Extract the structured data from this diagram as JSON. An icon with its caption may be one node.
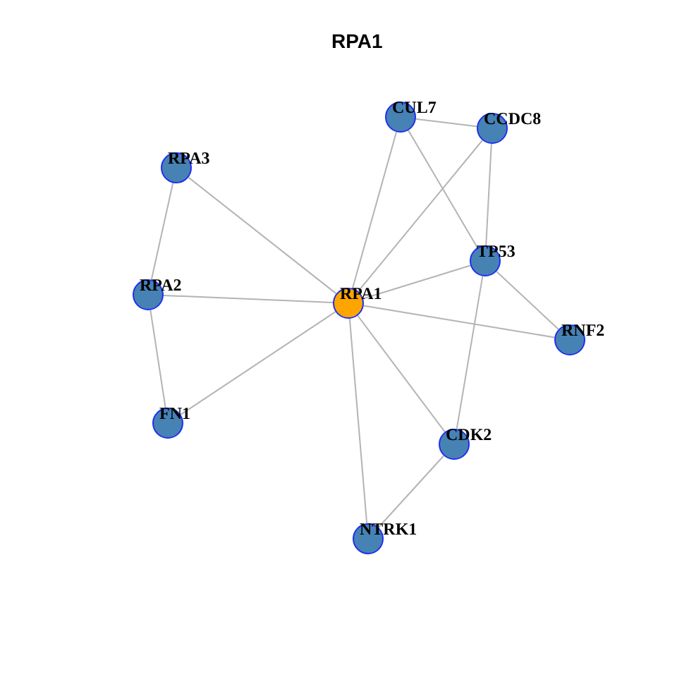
{
  "diagram": {
    "title": "RPA1",
    "nodes": [
      {
        "text": [
          "CUL7"
        ]
      },
      {
        "text": [
          "CCDC8"
        ]
      },
      {
        "text": [
          "RPA3"
        ]
      },
      {
        "text": [
          "TP53"
        ]
      },
      {
        "text": [
          "RPA2"
        ]
      },
      {
        "text": [
          "RPA1"
        ]
      },
      {
        "text": [
          "RNF2"
        ]
      },
      {
        "text": [
          "FN1"
        ]
      },
      {
        "text": [
          "CDK2"
        ]
      },
      {
        "text": [
          "NTRK1"
        ]
      }
    ],
    "edges": [
      {
        "from": 0,
        "to": 1,
        "arrow": "none"
      },
      {
        "from": 0,
        "to": 5,
        "arrow": "none"
      },
      {
        "from": 0,
        "to": 3,
        "arrow": "none"
      },
      {
        "from": 1,
        "to": 5,
        "arrow": "none"
      },
      {
        "from": 1,
        "to": 3,
        "arrow": "none"
      },
      {
        "from": 2,
        "to": 5,
        "arrow": "none"
      },
      {
        "from": 2,
        "to": 4,
        "arrow": "none"
      },
      {
        "from": 3,
        "to": 5,
        "arrow": "none"
      },
      {
        "from": 3,
        "to": 6,
        "arrow": "none"
      },
      {
        "from": 3,
        "to": 8,
        "arrow": "none"
      },
      {
        "from": 4,
        "to": 5,
        "arrow": "none"
      },
      {
        "from": 4,
        "to": 7,
        "arrow": "none"
      },
      {
        "from": 5,
        "to": 6,
        "arrow": "none"
      },
      {
        "from": 5,
        "to": 7,
        "arrow": "none"
      },
      {
        "from": 5,
        "to": 8,
        "arrow": "none"
      },
      {
        "from": 5,
        "to": 9,
        "arrow": "none"
      },
      {
        "from": 8,
        "to": 9,
        "arrow": "none"
      }
    ]
  }
}
